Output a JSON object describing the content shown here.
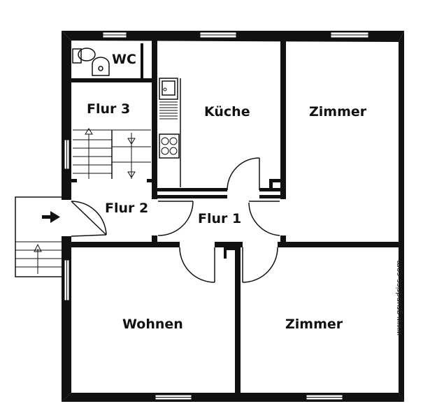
{
  "rooms": {
    "wc": "WC",
    "flur3": "Flur 3",
    "kueche": "Küche",
    "zimmer_top": "Zimmer",
    "flur2": "Flur 2",
    "flur1": "Flur 1",
    "wohnen": "Wohnen",
    "zimmer_bottom": "Zimmer"
  },
  "watermark": "www.grundriss.com",
  "colors": {
    "wall": "#111111",
    "background": "#ffffff"
  },
  "icons": [
    "toilet-icon",
    "sink-icon",
    "stove-icon",
    "entrance-arrow-icon",
    "stairs-icon"
  ]
}
